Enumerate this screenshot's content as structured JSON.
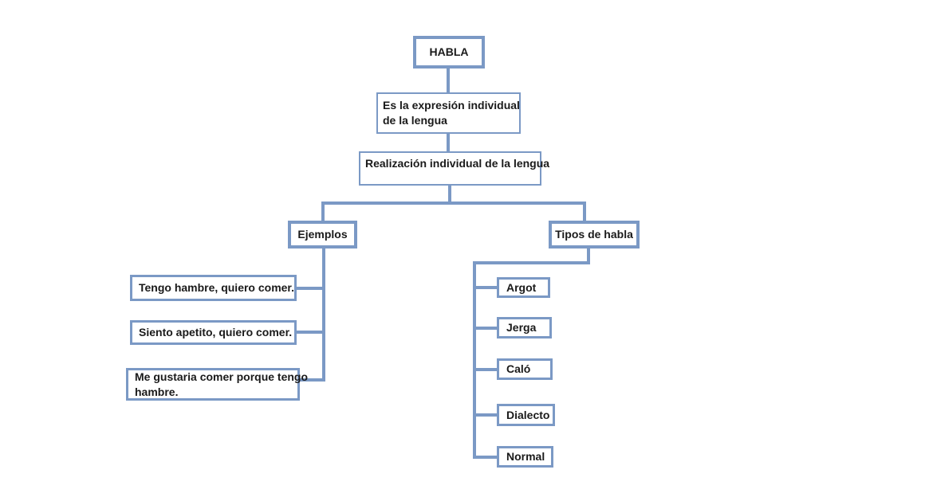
{
  "diagram": {
    "colors": {
      "stroke": "#7b99c5",
      "text": "#1a1a1a",
      "background": "#ffffff"
    },
    "nodes": {
      "habla": {
        "label": "HABLA"
      },
      "definition": {
        "label": "Es la expresión individual de la lengua",
        "lines": [
          "Es la expresión individual",
          "de la lengua"
        ]
      },
      "realizacion": {
        "label": "Realización individual de la lengua"
      },
      "ejemplos": {
        "label": "Ejemplos"
      },
      "tipos": {
        "label": "Tipos de habla"
      },
      "ejemplo1": {
        "label": "Tengo hambre, quiero comer."
      },
      "ejemplo2": {
        "label": "Siento apetito, quiero comer."
      },
      "ejemplo3": {
        "label": "Me gustaria comer porque tengo hambre.",
        "lines": [
          "Me gustaria comer porque tengo",
          "hambre."
        ]
      },
      "tipo1": {
        "label": "Argot"
      },
      "tipo2": {
        "label": "Jerga"
      },
      "tipo3": {
        "label": "Caló"
      },
      "tipo4": {
        "label": "Dialecto"
      },
      "tipo5": {
        "label": "Normal"
      }
    }
  }
}
